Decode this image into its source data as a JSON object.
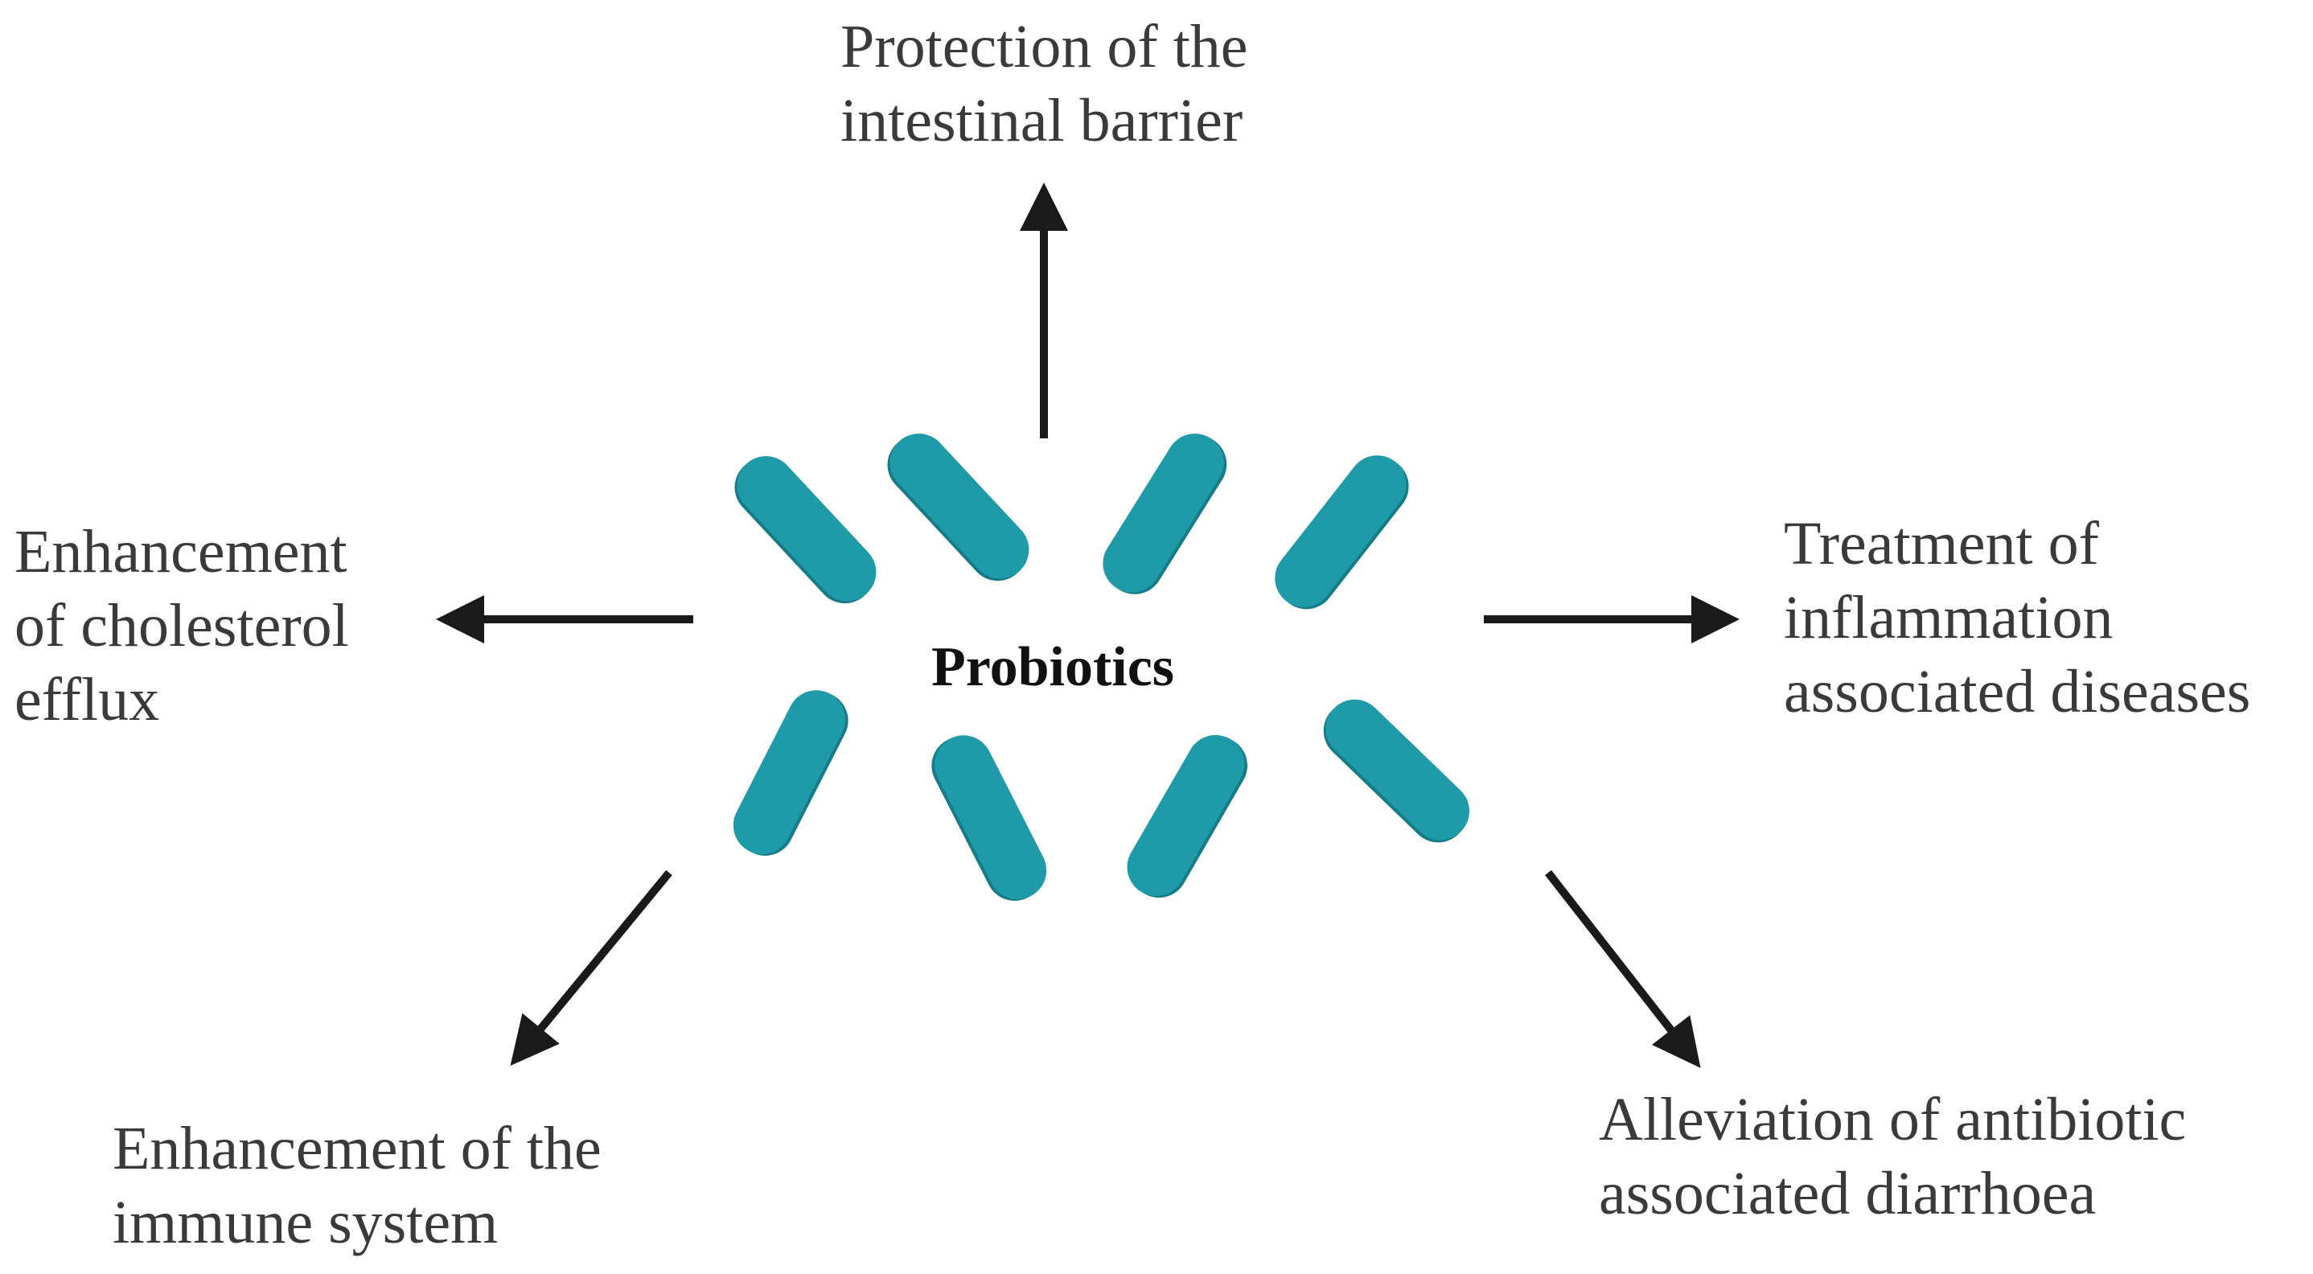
{
  "center": {
    "label": "Probiotics"
  },
  "effects": {
    "top": [
      "Protection of the",
      "intestinal barrier"
    ],
    "left": [
      "Enhancement",
      "of cholesterol",
      "efflux"
    ],
    "right": [
      "Treatment of",
      "inflammation",
      "associated diseases"
    ],
    "bottom_left": [
      "Enhancement of the",
      "immune system"
    ],
    "bottom_right": [
      "Alleviation of antibiotic",
      "associated diarrhoea"
    ]
  },
  "colors": {
    "bacteria": "#1f9aa8",
    "bacteria_shadow": "#157b86",
    "arrow": "#1a1a1a",
    "text": "#3a3a3a"
  }
}
